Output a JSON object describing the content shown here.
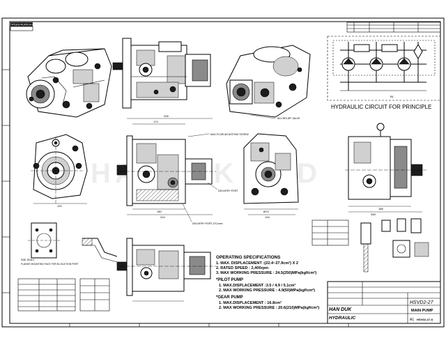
{
  "title_block": {
    "top_left_code": "YP18-D-PLATE-A-0008",
    "company_line1": "HAN DUK",
    "company_line2": "HYDRAULIC",
    "part_name": "HSVD2-27",
    "description": "MAIN PUMP",
    "drawing_number": "HSVD2-27-S",
    "sheet_size": "A1"
  },
  "watermark": "HANDOK HYD",
  "circuit": {
    "caption": "HYDRAULIC CIRCUIT FOR PRINCIPLE",
    "port_label": "B1"
  },
  "callouts": {
    "relief_valve": "ADJ.RELIEF VALVE",
    "flow_screw": "MAX.FLOW ADJUSTING SCREW",
    "delivery_port_a2": "DELIVERY PORT",
    "delivery_port_a1": "DELIVERY PORT-27Cc/rev",
    "suction": "FLANGE MOUNTING FACE FOR B1-SUCTION PORT",
    "flange_title": "SAE J518-C"
  },
  "dimensions": {
    "d206": "206",
    "d174": "174",
    "d180": "180",
    "d224": "224",
    "d134": "134",
    "d120": "120",
    "d188": "188",
    "d89": "89.5",
    "d348": "348"
  },
  "specs": {
    "heading": "OPERATING SPECIFICATIONS",
    "main": [
      "1.  MAX. DISPLACEMENT :(22.4~27.9cm³) X 2",
      "2. RATED SPEED : 2,400rpm",
      "3. MAX WORKING PRESSURE : 24.5(250)MPa(kgf/cm²)"
    ],
    "pilot_heading": "*PILOT PUMP",
    "pilot": [
      "1.    MAX.DISPLACEMENT :3.5 / 4.9 / 5.1cm³",
      "2.    MAX WORKING PRESSURE : 4.9(50)MPa(kgf/cm²)"
    ],
    "gear_heading": "*GEAR PUMP",
    "gear": [
      "1.    MAX.DISPLACEMENT : 16.8cm³",
      "2.    MAX WORKING PRESSURE : 20.6(210)MPa(kgf/cm²)"
    ]
  }
}
